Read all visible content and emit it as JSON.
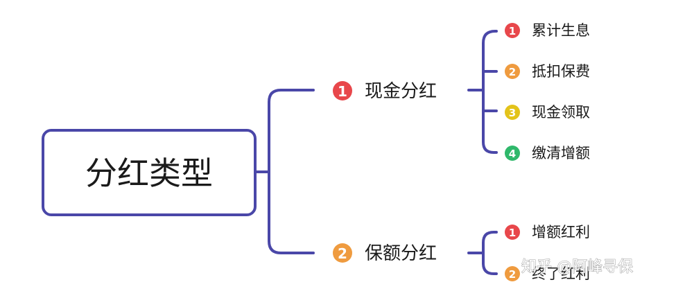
{
  "colors": {
    "connector": "#4a47a8",
    "root_border": "#4a47a8",
    "badge_1": "#e8474b",
    "badge_2": "#ef9b3f",
    "badge_3": "#e3c31a",
    "badge_4": "#2fb86b",
    "text": "#1a1a1a"
  },
  "root": {
    "label": "分红类型"
  },
  "branches": [
    {
      "badge": "1",
      "label": "现金分红",
      "leaves": [
        {
          "badge": "1",
          "label": "累计生息"
        },
        {
          "badge": "2",
          "label": "抵扣保费"
        },
        {
          "badge": "3",
          "label": "现金领取"
        },
        {
          "badge": "4",
          "label": "缴清增额"
        }
      ]
    },
    {
      "badge": "2",
      "label": "保额分红",
      "leaves": [
        {
          "badge": "1",
          "label": "增额红利"
        },
        {
          "badge": "2",
          "label": "终了红利"
        }
      ]
    }
  ],
  "watermark": {
    "text": "知乎 @阿峰寻保"
  }
}
